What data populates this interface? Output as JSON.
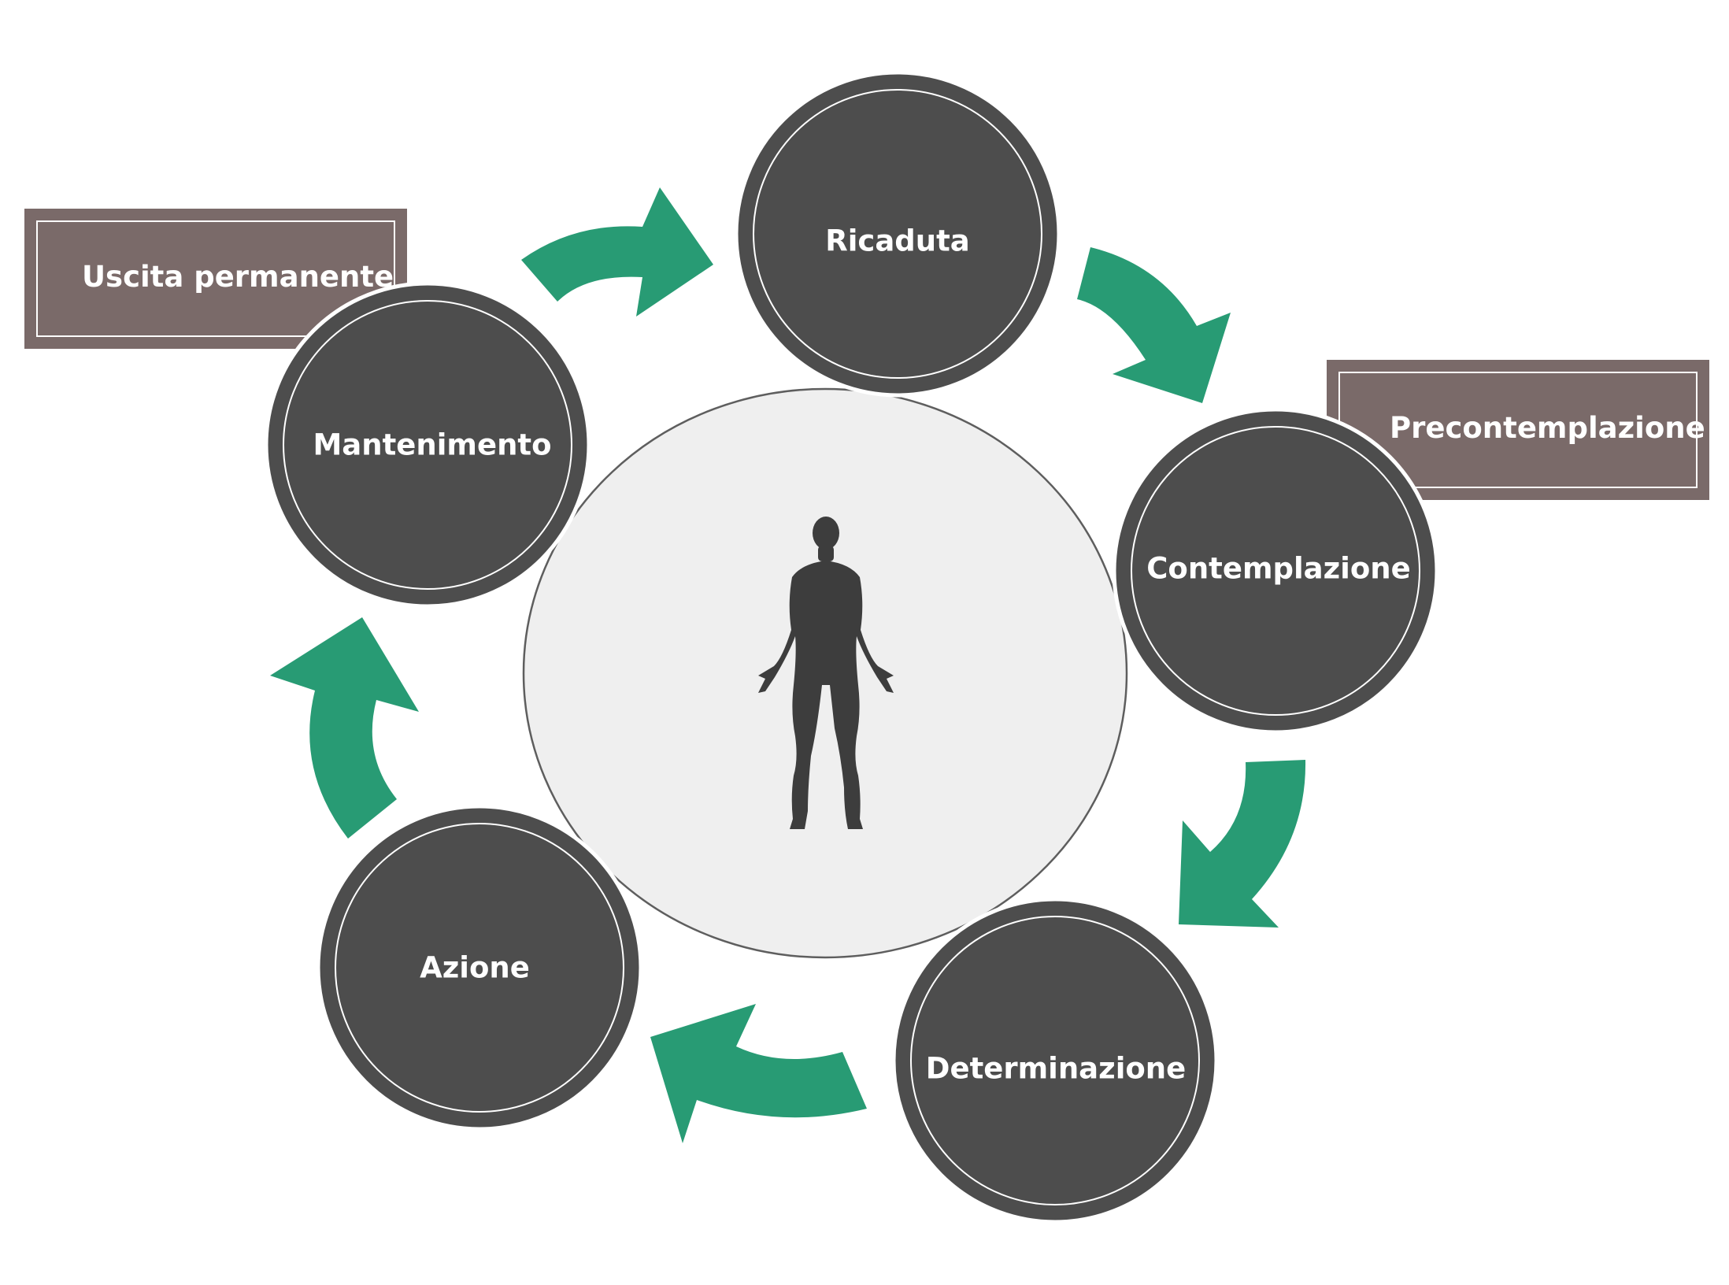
{
  "colors": {
    "stage_fill": "#4d4d4d",
    "stage_ring": "#ffffff",
    "side_box_fill": "#7a6a69",
    "arrow_fill": "#289b74",
    "center_fill": "#efefef",
    "center_stroke": "#5e5e5e",
    "figure_fill": "#3d3d3d",
    "label_text": "#ffffff"
  },
  "stages": {
    "ricaduta": "Ricaduta",
    "contemplazione": "Contemplazione",
    "determinazione": "Determinazione",
    "azione": "Azione",
    "mantenimento": "Mantenimento"
  },
  "side_boxes": {
    "uscita_permanente": "Uscita permanente",
    "precontemplazione": "Precontemplazione"
  },
  "center": {
    "icon": "human-figure-icon"
  },
  "arrows": {
    "icon": "curved-arrow-icon"
  }
}
